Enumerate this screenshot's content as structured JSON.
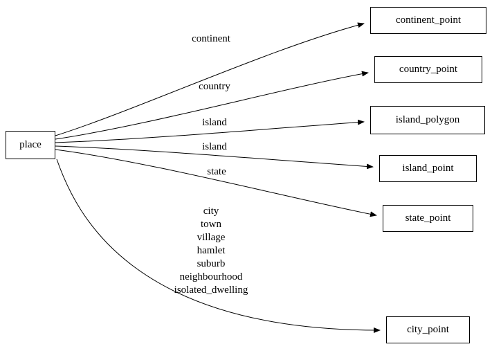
{
  "diagram": {
    "type": "directed-graph",
    "nodes": [
      {
        "id": "place",
        "label": "place"
      },
      {
        "id": "continent_point",
        "label": "continent_point"
      },
      {
        "id": "country_point",
        "label": "country_point"
      },
      {
        "id": "island_polygon",
        "label": "island_polygon"
      },
      {
        "id": "island_point",
        "label": "island_point"
      },
      {
        "id": "state_point",
        "label": "state_point"
      },
      {
        "id": "city_point",
        "label": "city_point"
      }
    ],
    "edges": [
      {
        "from": "place",
        "to": "continent_point",
        "label": "continent"
      },
      {
        "from": "place",
        "to": "country_point",
        "label": "country"
      },
      {
        "from": "place",
        "to": "island_polygon",
        "label": "island"
      },
      {
        "from": "place",
        "to": "island_point",
        "label": "island"
      },
      {
        "from": "place",
        "to": "state_point",
        "label": "state"
      },
      {
        "from": "place",
        "to": "city_point",
        "label": "city\ntown\nvillage\nhamlet\nsuburb\nneighbourhood\nisolated_dwelling"
      }
    ],
    "colors": {
      "background": "#ffffff",
      "node_border": "#000000",
      "edge_stroke": "#000000",
      "text": "#000000"
    }
  }
}
